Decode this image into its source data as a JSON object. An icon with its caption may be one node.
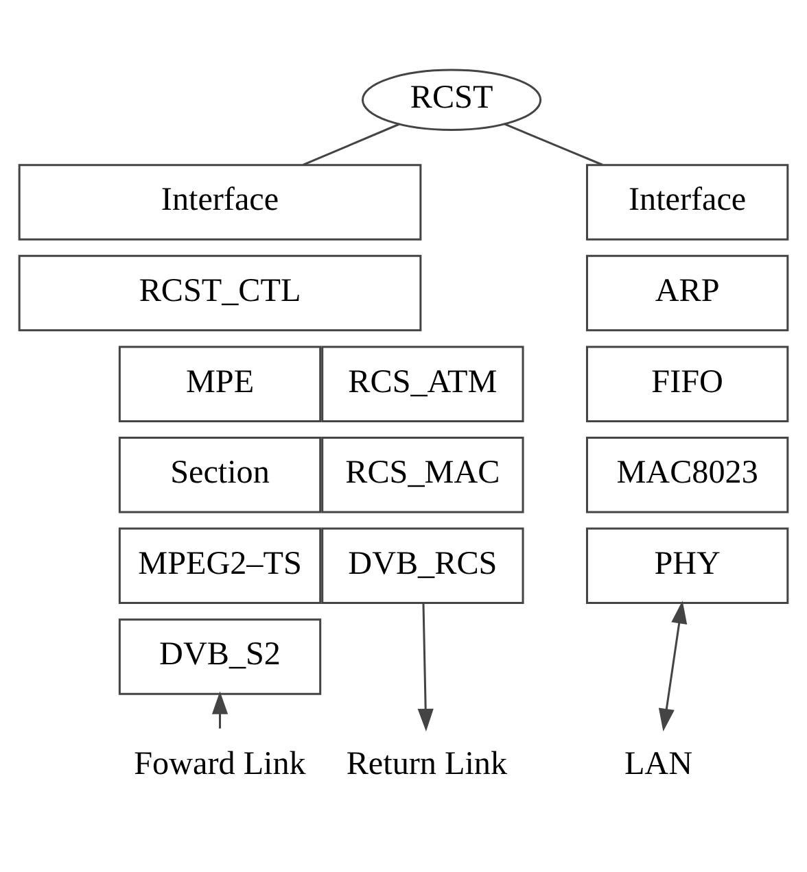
{
  "diagram": {
    "nodes": [
      {
        "text": [
          "RCST"
        ]
      },
      {
        "text": [
          "Interface"
        ]
      },
      {
        "text": [
          "Interface"
        ]
      },
      {
        "text": [
          "RCST_CTL"
        ]
      },
      {
        "text": [
          "ARP"
        ]
      },
      {
        "text": [
          "MPE"
        ]
      },
      {
        "text": [
          "RCS_ATM"
        ]
      },
      {
        "text": [
          "FIFO"
        ]
      },
      {
        "text": [
          "Section"
        ]
      },
      {
        "text": [
          "RCS_MAC"
        ]
      },
      {
        "text": [
          "MAC8023"
        ]
      },
      {
        "text": [
          "MPEG2–TS"
        ]
      },
      {
        "text": [
          "DVB_RCS"
        ]
      },
      {
        "text": [
          "PHY"
        ]
      },
      {
        "text": [
          "DVB_S2"
        ]
      },
      {
        "text": [
          "Foward Link"
        ]
      },
      {
        "text": [
          "Return Link"
        ]
      },
      {
        "text": [
          "LAN"
        ]
      }
    ],
    "edges": [
      {
        "from": 0,
        "to": 1,
        "arrow": "none"
      },
      {
        "from": 0,
        "to": 2,
        "arrow": "none"
      },
      {
        "from": 15,
        "to": 14,
        "arrow": "to"
      },
      {
        "from": 12,
        "to": 16,
        "arrow": "to"
      },
      {
        "from": 17,
        "to": 13,
        "arrow": "both"
      }
    ]
  }
}
